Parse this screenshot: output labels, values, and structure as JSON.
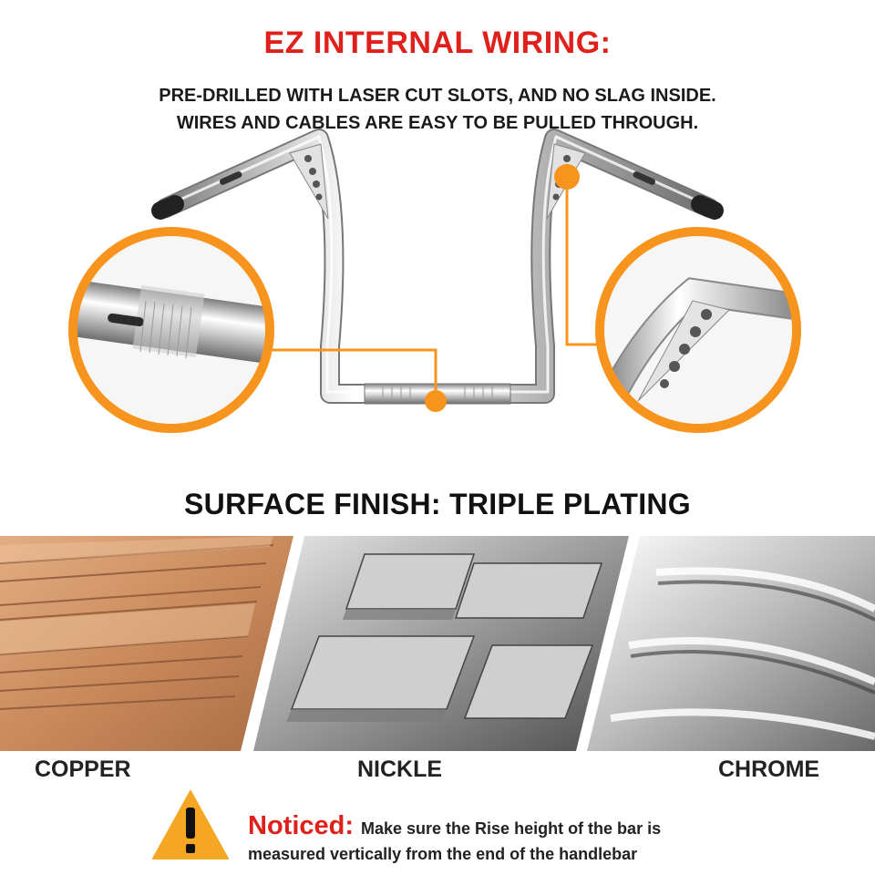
{
  "header": {
    "title": "EZ INTERNAL WIRING:",
    "subtitle_line1": "PRE-DRILLED WITH LASER CUT SLOTS, AND NO SLAG INSIDE.",
    "subtitle_line2": "WIRES AND CABLES ARE EASY TO BE PULLED THROUGH."
  },
  "diagram": {
    "callout_color": "#f7941d",
    "chrome_light": "#f4f4f4",
    "chrome_dark": "#8a8a8a"
  },
  "surface": {
    "heading": "SURFACE FINISH: TRIPLE PLATING",
    "finishes": [
      {
        "label": "COPPER",
        "color": "#c98a5c"
      },
      {
        "label": "NICKLE",
        "color": "#9a9a9a"
      },
      {
        "label": "CHROME",
        "color": "#d8d8d8"
      }
    ]
  },
  "notice": {
    "title": "Noticed:",
    "text_line1": "Make sure the Rise height of the bar is",
    "text_line2": "measured vertically from the end of the handlebar",
    "icon": "warning-icon",
    "icon_color": "#f5a623"
  }
}
